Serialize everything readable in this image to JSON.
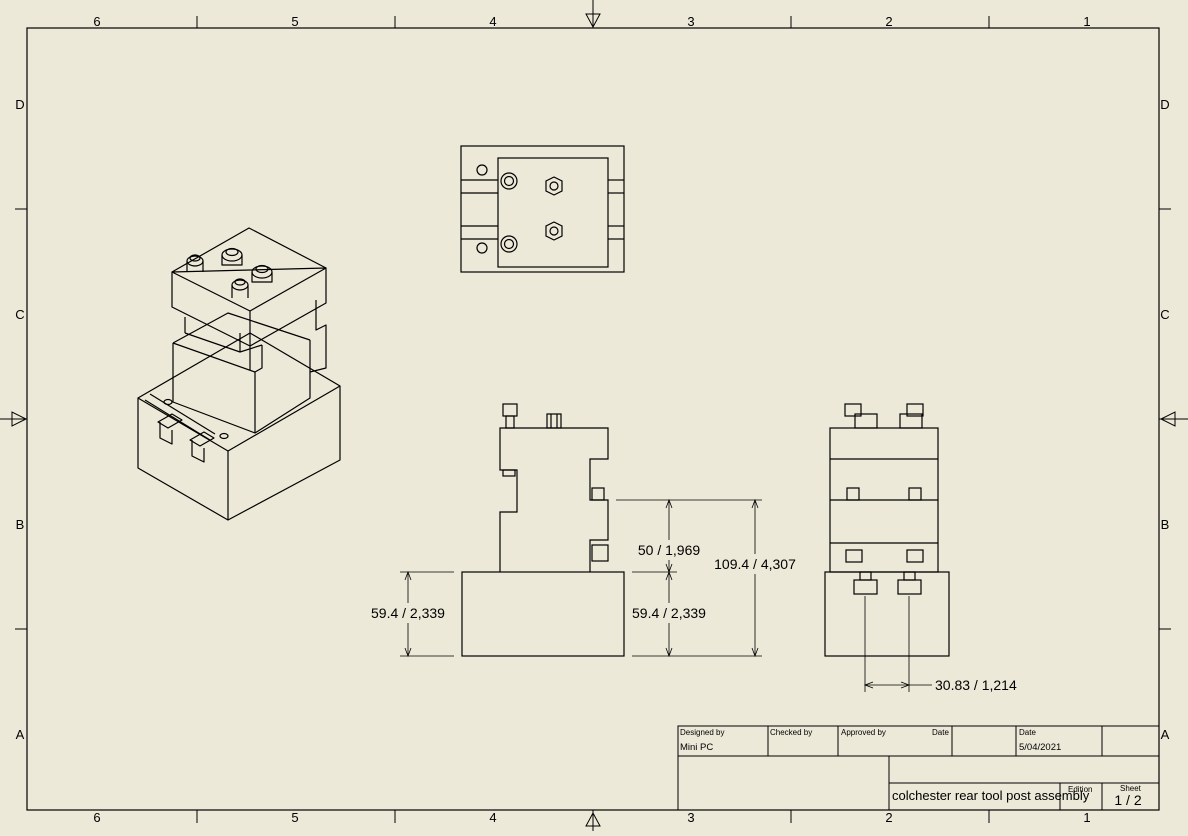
{
  "zones": {
    "columns": [
      "6",
      "5",
      "4",
      "3",
      "2",
      "1"
    ],
    "rows": [
      "D",
      "C",
      "B",
      "A"
    ]
  },
  "dimensions": {
    "base_height_left": "59.4 / 2,339",
    "base_height_right": "59.4 / 2,339",
    "upper_height": "50 / 1,969",
    "total_height": "109.4 / 4,307",
    "bolt_spacing": "30.83 / 1,214"
  },
  "title_block": {
    "designed_by_label": "Designed by",
    "designed_by_value": "Mini PC",
    "checked_by_label": "Checked by",
    "approved_by_label": "Approved by",
    "date_label_1": "Date",
    "date_label_2": "Date",
    "date_value": "5/04/2021",
    "title": "colchester rear tool post assembly",
    "edition_label": "Edition",
    "sheet_label": "Sheet",
    "sheet_value": "1 / 2"
  },
  "colors": {
    "paper": "#ece9d8",
    "line": "#000000"
  }
}
